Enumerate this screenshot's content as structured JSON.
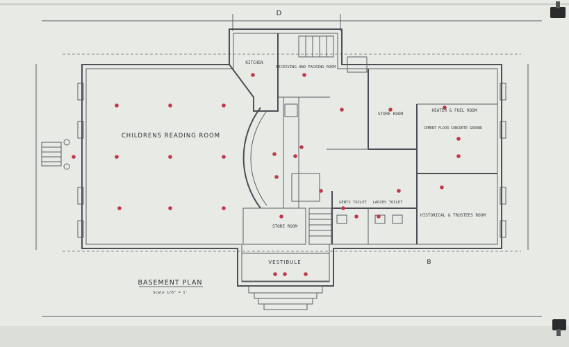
{
  "drawing": {
    "title": "BASEMENT PLAN",
    "scale": "Scale 1/8\" = 1'",
    "sheet_mark": "D",
    "corner_mark": "B"
  },
  "rooms": {
    "childrens_reading_room": "CHILDRENS READING ROOM",
    "kitchen": "KITCHEN",
    "receiving_packing_room": "RECEIVING AND PACKING ROOM",
    "store_room_upper": "STORE ROOM",
    "heater_fuel_room": "HEATER & FUEL ROOM",
    "cement_floor_note": "CEMENT FLOOR CONCRETE GROUND",
    "gents_toilet": "GENTS TOILET",
    "ladies_toilet": "LADIES TOILET",
    "historical_trustees_room": "HISTORICAL & TRUSTEES ROOM",
    "store_room_lower": "STORE ROOM",
    "vestibule": "VESTIBULE"
  }
}
